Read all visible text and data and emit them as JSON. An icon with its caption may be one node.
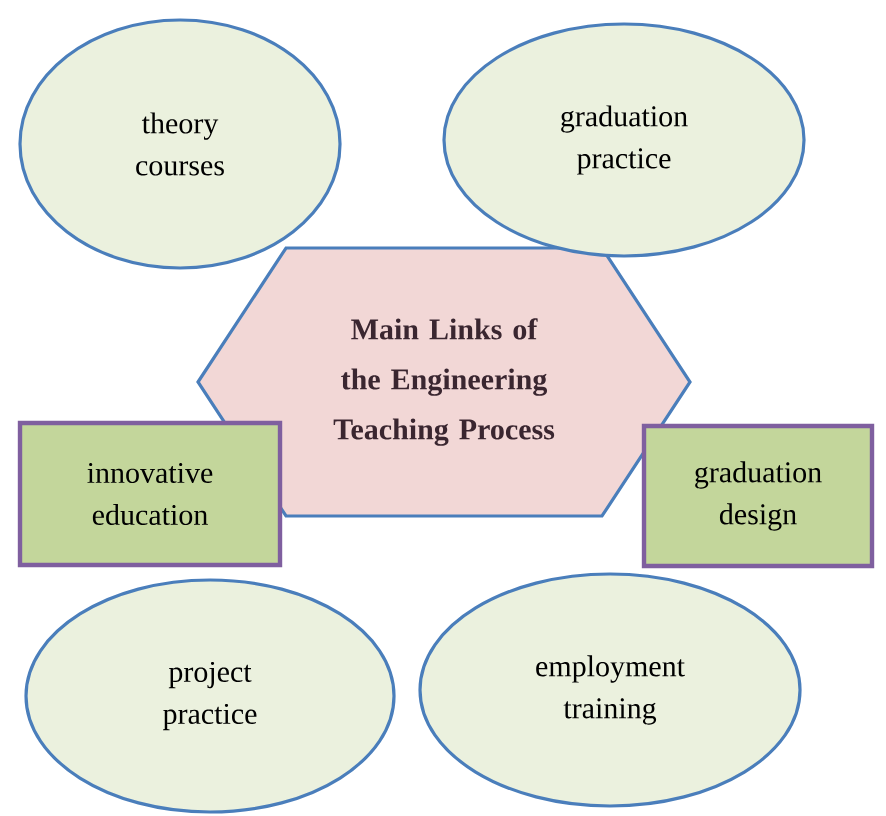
{
  "diagram": {
    "nodes": [
      {
        "text": [
          "theory courses"
        ]
      },
      {
        "text": [
          "graduation practice"
        ]
      },
      {
        "text": [
          "Main Links of the Engineering Teaching Process"
        ]
      },
      {
        "text": [
          "innovative education"
        ]
      },
      {
        "text": [
          "graduation design"
        ]
      },
      {
        "text": [
          "project practice"
        ]
      },
      {
        "text": [
          "employment training"
        ]
      }
    ]
  }
}
